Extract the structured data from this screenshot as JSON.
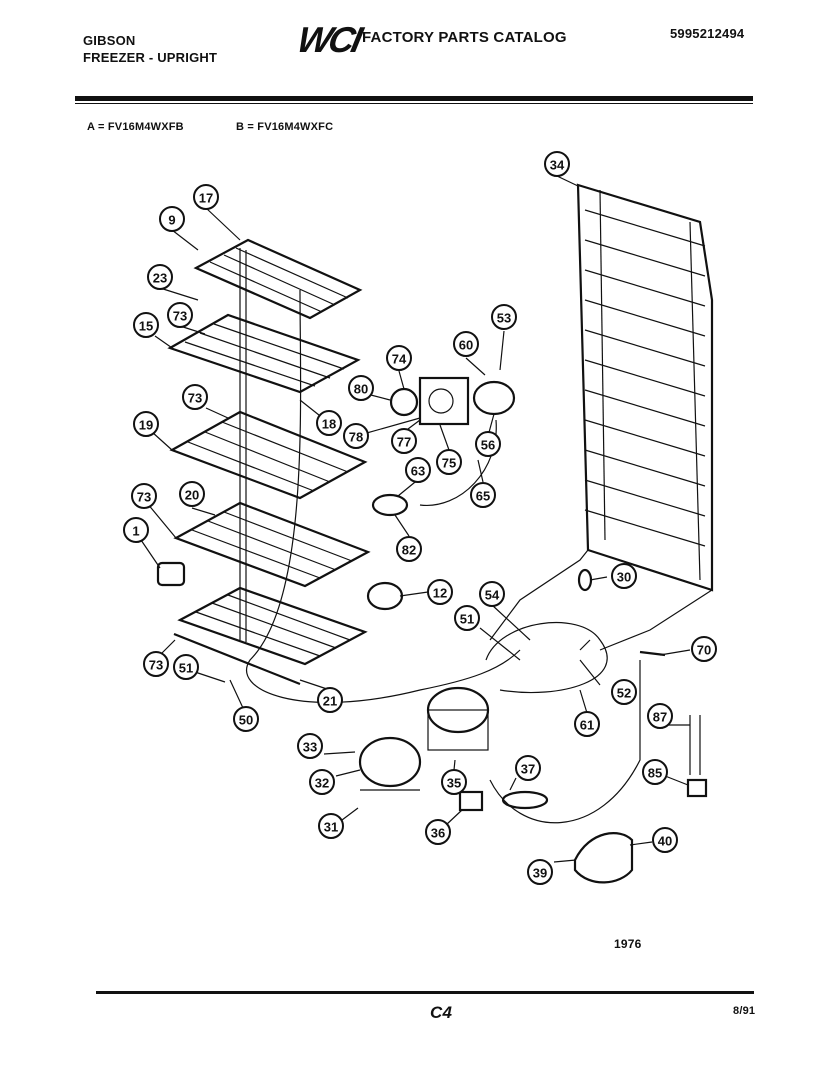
{
  "header": {
    "brand": "GIBSON",
    "product": "FREEZER - UPRIGHT",
    "logo": "WCI",
    "catalog_title": "FACTORY PARTS CATALOG",
    "catalog_number": "5995212494"
  },
  "models": {
    "a": "A = FV16M4WXFB",
    "b": "B = FV16M4WXFC"
  },
  "footer": {
    "year_code": "1976",
    "page_code": "C4",
    "date": "8/91"
  },
  "callouts": [
    "34",
    "17",
    "9",
    "23",
    "15",
    "73",
    "53",
    "60",
    "74",
    "80",
    "18",
    "78",
    "77",
    "75",
    "56",
    "19",
    "73",
    "63",
    "65",
    "73",
    "20",
    "82",
    "1",
    "30",
    "12",
    "54",
    "51",
    "70",
    "52",
    "61",
    "73",
    "51",
    "21",
    "50",
    "87",
    "33",
    "32",
    "35",
    "37",
    "85",
    "31",
    "36",
    "40",
    "39"
  ]
}
